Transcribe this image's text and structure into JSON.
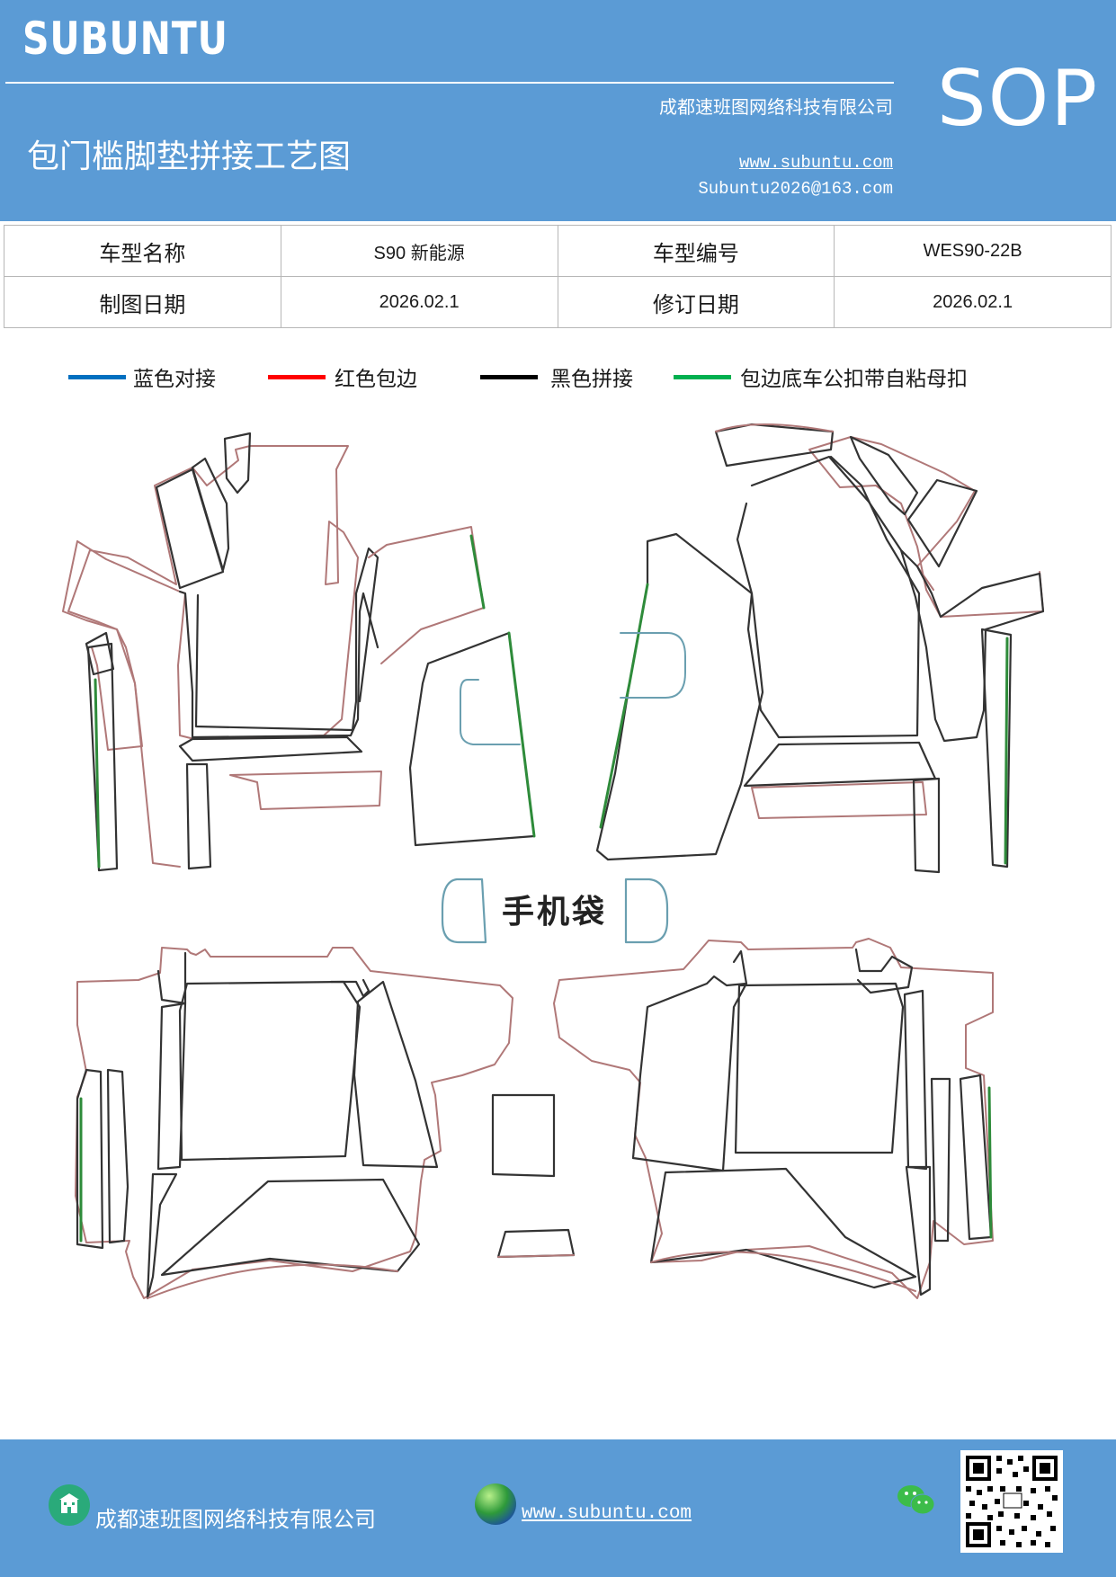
{
  "header": {
    "brand": "SUBUNTU",
    "sop": "SOP",
    "company": "成都速班图网络科技有限公司",
    "title": "包门槛脚垫拼接工艺图",
    "website": "www.subuntu.com",
    "email": "Subuntu2026@163.com",
    "background_color": "#5b9bd5"
  },
  "info_table": {
    "model_name_label": "车型名称",
    "model_name_value": "S90 新能源",
    "model_code_label": "车型编号",
    "model_code_value": "WES90-22B",
    "drawing_date_label": "制图日期",
    "drawing_date_value": "2026.02.1",
    "revision_date_label": "修订日期",
    "revision_date_value": "2026.02.1"
  },
  "legend": [
    {
      "label": "蓝色对接",
      "color": "#0070c0"
    },
    {
      "label": "红色包边",
      "color": "#ff0000"
    },
    {
      "label": "黑色拼接",
      "color": "#000000"
    },
    {
      "label": "包边底车公扣带自粘母扣",
      "color": "#00b050"
    }
  ],
  "drawing": {
    "center_label": "手机袋",
    "outline_colors": {
      "stitch": "#333333",
      "edge": "#b07878",
      "velcro": "#2e8b3a",
      "join": "#6a9fb0"
    }
  },
  "footer": {
    "company": "成都速班图网络科技有限公司",
    "website": "www.subuntu.com",
    "icons": [
      "building-icon",
      "globe-icon",
      "wechat-icon",
      "qr-code"
    ]
  }
}
